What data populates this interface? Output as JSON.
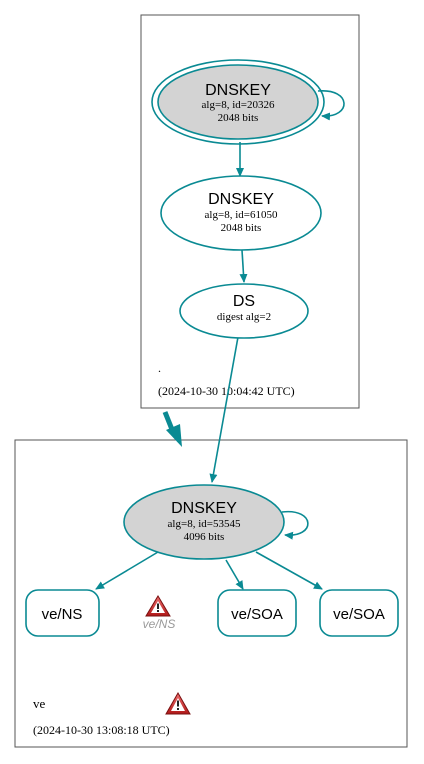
{
  "zones": {
    "root": {
      "name": ".",
      "timestamp": "(2024-10-30 10:04:42 UTC)"
    },
    "ve": {
      "name": "ve",
      "timestamp": "(2024-10-30 13:08:18 UTC)"
    }
  },
  "nodes": {
    "root_ksk": {
      "title": "DNSKEY",
      "line1": "alg=8, id=20326",
      "line2": "2048 bits"
    },
    "root_zsk": {
      "title": "DNSKEY",
      "line1": "alg=8, id=61050",
      "line2": "2048 bits"
    },
    "ds": {
      "title": "DS",
      "line1": "digest alg=2"
    },
    "ve_dnskey": {
      "title": "DNSKEY",
      "line1": "alg=8, id=53545",
      "line2": "4096 bits"
    },
    "ve_ns": {
      "label": "ve/NS"
    },
    "ve_soa_1": {
      "label": "ve/SOA"
    },
    "ve_soa_2": {
      "label": "ve/SOA"
    },
    "ve_ns_warning": {
      "label": "ve/NS"
    }
  },
  "icons": {
    "warning": "warning-triangle-icon"
  },
  "colors": {
    "edge": "#0a8a93",
    "key_fill": "#d3d3d3",
    "warning_red": "#c8202a",
    "zone_border": "#555555"
  }
}
